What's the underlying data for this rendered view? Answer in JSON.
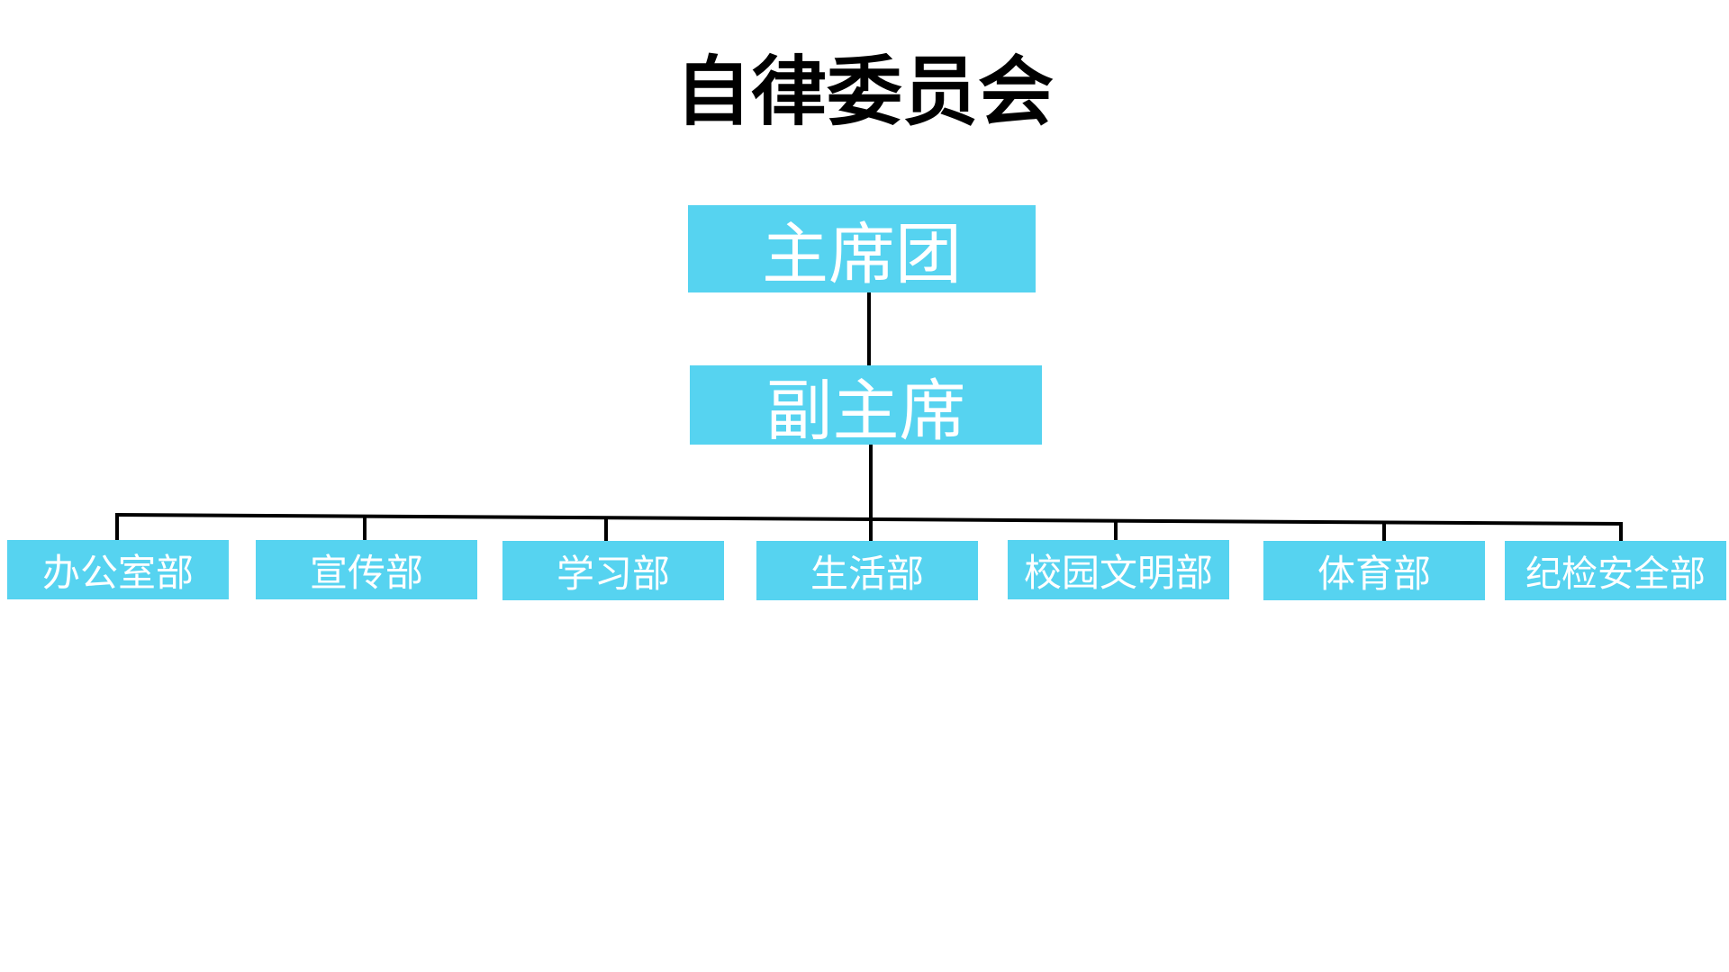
{
  "diagram": {
    "title": "自律委员会",
    "top_node": {
      "label": "主席团"
    },
    "second_node": {
      "label": "副主席"
    },
    "departments": [
      {
        "label": "办公室部"
      },
      {
        "label": "宣传部"
      },
      {
        "label": "学习部"
      },
      {
        "label": "生活部"
      },
      {
        "label": "校园文明部"
      },
      {
        "label": "体育部"
      },
      {
        "label": "纪检安全部"
      }
    ],
    "colors": {
      "node_fill": "#56d3f0",
      "node_text": "#ffffff",
      "connector": "#000000",
      "title_text": "#000000"
    }
  }
}
